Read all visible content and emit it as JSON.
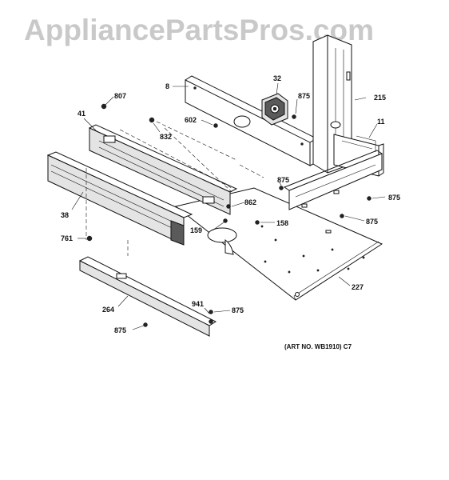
{
  "watermark": "AppliancePartsPros.com",
  "art_number": "(ART NO. WB1910) C7",
  "callouts": {
    "c807": "807",
    "c41": "41",
    "c832": "832",
    "c38": "38",
    "c761": "761",
    "c8": "8",
    "c32": "32",
    "c602": "602",
    "c875_top": "875",
    "c215": "215",
    "c11": "11",
    "c875_mid": "875",
    "c862": "862",
    "c159": "159",
    "c158": "158",
    "c875_right1": "875",
    "c875_right2": "875",
    "c227": "227",
    "c264": "264",
    "c941": "941",
    "c875_bottom": "875",
    "c875_left": "875"
  }
}
